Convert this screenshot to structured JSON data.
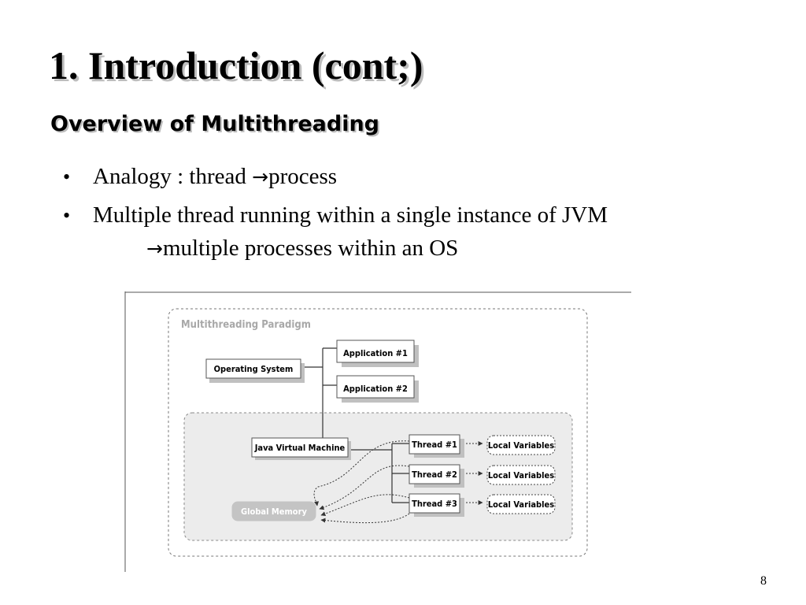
{
  "slide": {
    "title": "1. Introduction (cont;)",
    "subtitle": "Overview of Multithreading",
    "bullets": [
      {
        "symbol": "•",
        "prefix": "Analogy : thread ",
        "arrow": "→",
        "suffix": "process"
      },
      {
        "symbol": "•",
        "line1": "Multiple thread running within a single instance of  JVM",
        "arrow": "→",
        "line2": "multiple processes within an OS"
      }
    ],
    "page_number": "8"
  },
  "diagram": {
    "paradigm_title": "Multithreading Paradigm",
    "os": "Operating System",
    "app1": "Application #1",
    "app2": "Application #2",
    "jvm": "Java Virtual Machine",
    "threads": [
      "Thread #1",
      "Thread #2",
      "Thread #3"
    ],
    "local_vars": [
      "Local Variables",
      "Local Variables",
      "Local Variables"
    ],
    "global_memory": "Global Memory",
    "colors": {
      "box_border": "#555555",
      "shadow": "#bfbfbf",
      "region_fill": "#ececec",
      "global_fill": "#c4c4c4"
    }
  }
}
